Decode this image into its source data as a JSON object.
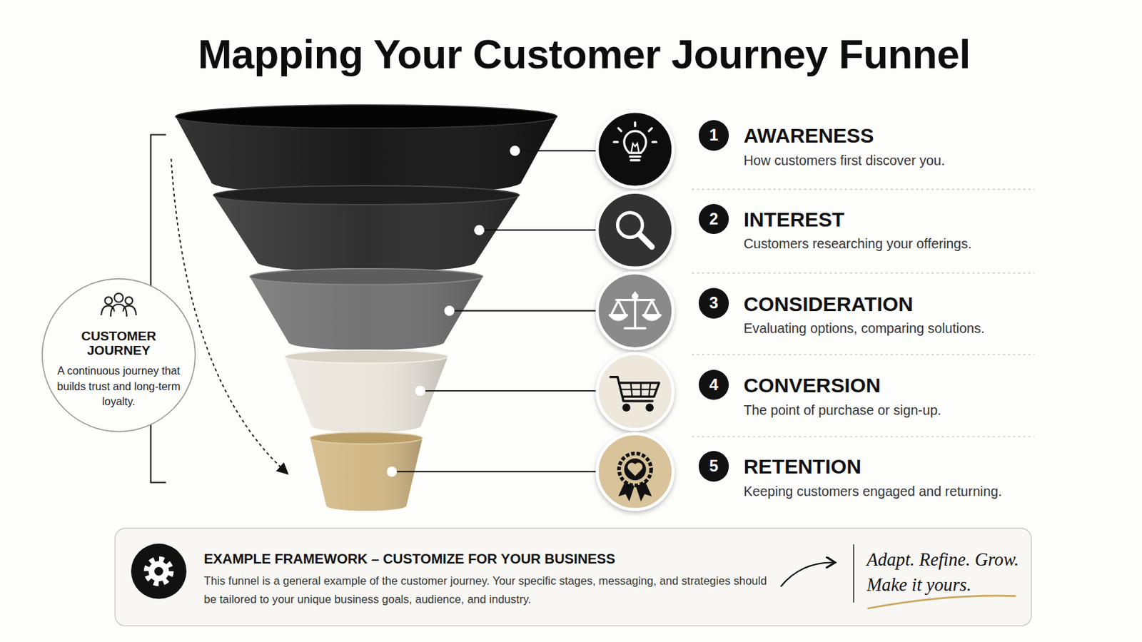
{
  "diagram": {
    "title": "Mapping Your Customer Journey Funnel",
    "nodes": [
      {
        "text": [
          "CUSTOMER JOURNEY",
          "A continuous journey that builds trust and long-term loyalty."
        ]
      },
      {
        "text": [
          "1",
          "AWARENESS",
          "How customers first discover you."
        ]
      },
      {
        "text": [
          "2",
          "INTEREST",
          "Customers researching your offerings."
        ]
      },
      {
        "text": [
          "3",
          "CONSIDERATION",
          "Evaluating options, comparing solutions."
        ]
      },
      {
        "text": [
          "4",
          "CONVERSION",
          "The point of purchase or sign-up."
        ]
      },
      {
        "text": [
          "5",
          "RETENTION",
          "Keeping customers engaged and returning."
        ]
      },
      {
        "text": [
          "EXAMPLE FRAMEWORK – CUSTOMIZE FOR YOUR BUSINESS",
          "This funnel is a general example of the customer journey. Your specific stages, messaging, and strategies should be tailored to your unique business goals, audience, and industry.",
          "Adapt. Refine. Grow. Make it yours."
        ]
      }
    ]
  }
}
